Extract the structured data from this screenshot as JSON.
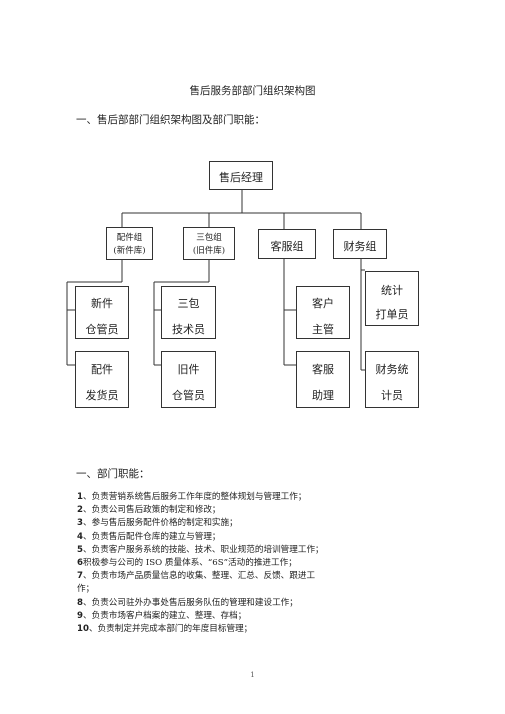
{
  "doc": {
    "title": "售后服务部部门组织架构图",
    "section1_heading": "一、售后部部门组织架构图及部门职能：",
    "section2_heading": "一、部门职能：",
    "page_number": "1"
  },
  "org": {
    "top": "售后经理",
    "groups": [
      {
        "line1": "配件组",
        "line2": "(新件库)"
      },
      {
        "line1": "三包组",
        "line2": "(旧件库)"
      },
      {
        "line1": "客服组"
      },
      {
        "line1": "财务组"
      }
    ],
    "roles": [
      {
        "line1": "新件",
        "line2": "仓管员"
      },
      {
        "line1": "三包",
        "line2": "技术员"
      },
      {
        "line1": "客户",
        "line2": "主管"
      },
      {
        "line1": "统计",
        "line2": "打单员"
      },
      {
        "line1": "配件",
        "line2": "发货员"
      },
      {
        "line1": "旧件",
        "line2": "仓管员"
      },
      {
        "line1": "客服",
        "line2": "助理"
      },
      {
        "line1": "财务统",
        "line2": "计员"
      }
    ]
  },
  "duties": [
    {
      "num": "1",
      "sep": "、",
      "text": "负责营销系统售后服务工作年度的整体规划与管理工作；"
    },
    {
      "num": "2",
      "sep": "、",
      "text": "负责公司售后政策的制定和修改；"
    },
    {
      "num": "3",
      "sep": "、",
      "text": "参与售后服务配件价格的制定和实施；"
    },
    {
      "num": "4",
      "sep": "、",
      "text": "负责售后配件仓库的建立与管理；"
    },
    {
      "num": "5",
      "sep": "、",
      "text": "负责客户服务系统的技能、技术、职业规范的培训管理工作；"
    },
    {
      "num": "6",
      "sep": "",
      "text": "积极参与公司的 ISO 质量体系、“6S”活动的推进工作；"
    },
    {
      "num": "7",
      "sep": "、",
      "text": "负责市场产品质量信息的收集、整理、汇总、反馈、跟进工"
    },
    {
      "num": "",
      "sep": "",
      "text": "作；"
    },
    {
      "num": "8",
      "sep": "、",
      "text": "负责公司驻外办事处售后服务队伍的管理和建设工作；"
    },
    {
      "num": "9",
      "sep": "、",
      "text": "负责市场客户档案的建立、整理、存档；"
    },
    {
      "num": "10",
      "sep": "、",
      "text": "负责制定并完成本部门的年度目标管理；"
    }
  ]
}
